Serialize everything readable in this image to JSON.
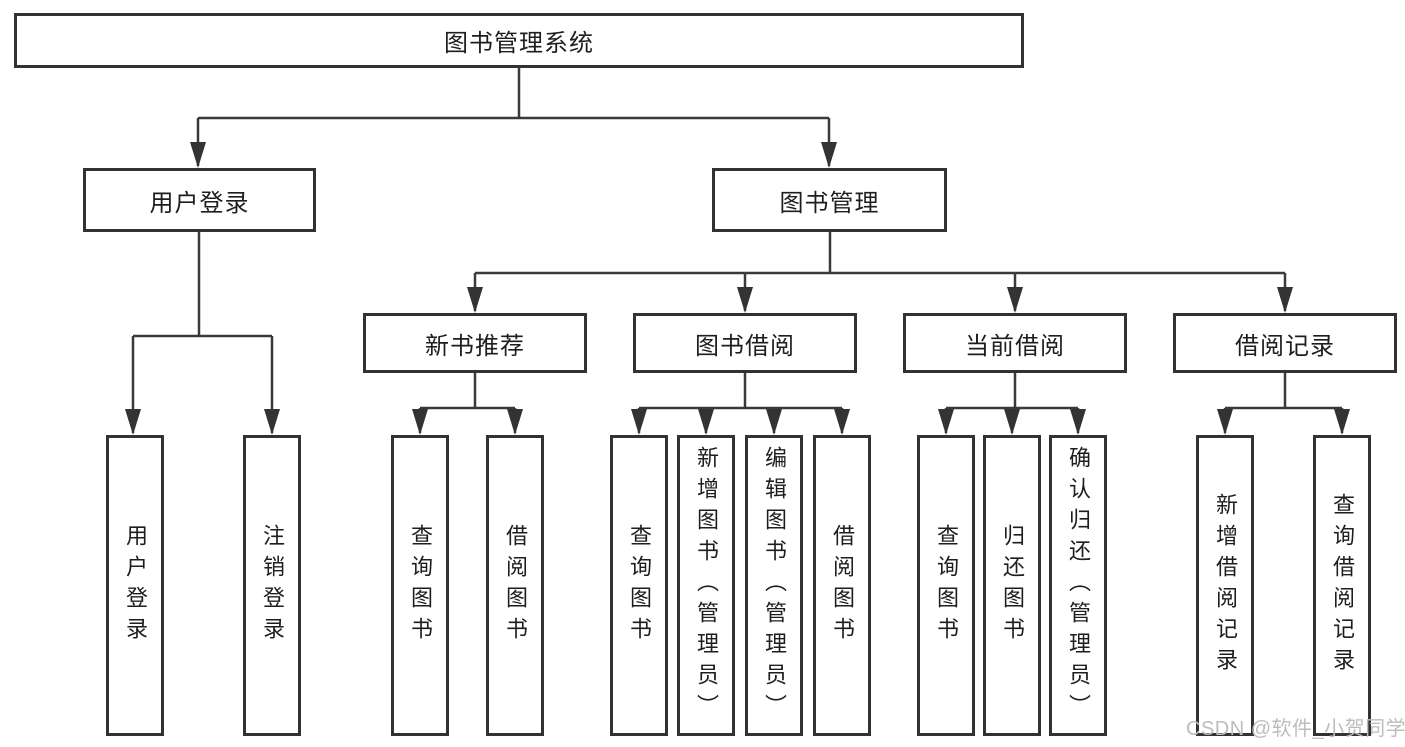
{
  "colors": {
    "background": "#ffffff",
    "box_border": "#323232",
    "line": "#3a3a3a",
    "arrow": "#333333",
    "text": "#1e1e1e",
    "watermark": "#bdbdbd"
  },
  "tree": {
    "label": "图书管理系统",
    "children": [
      {
        "label": "用户登录",
        "children": [
          {
            "label": "用户登录"
          },
          {
            "label": "注销登录"
          }
        ]
      },
      {
        "label": "图书管理",
        "children": [
          {
            "label": "新书推荐",
            "children": [
              {
                "label": "查询图书"
              },
              {
                "label": "借阅图书"
              }
            ]
          },
          {
            "label": "图书借阅",
            "children": [
              {
                "label": "查询图书"
              },
              {
                "label": "新增图书（管理员）"
              },
              {
                "label": "编辑图书（管理员）"
              },
              {
                "label": "借阅图书"
              }
            ]
          },
          {
            "label": "当前借阅",
            "children": [
              {
                "label": "查询图书"
              },
              {
                "label": "归还图书"
              },
              {
                "label": "确认归还（管理员）"
              }
            ]
          },
          {
            "label": "借阅记录",
            "children": [
              {
                "label": "新增借阅记录"
              },
              {
                "label": "查询借阅记录"
              }
            ]
          }
        ]
      }
    ]
  },
  "watermark": {
    "text": "CSDN @软件_小贺同学"
  }
}
